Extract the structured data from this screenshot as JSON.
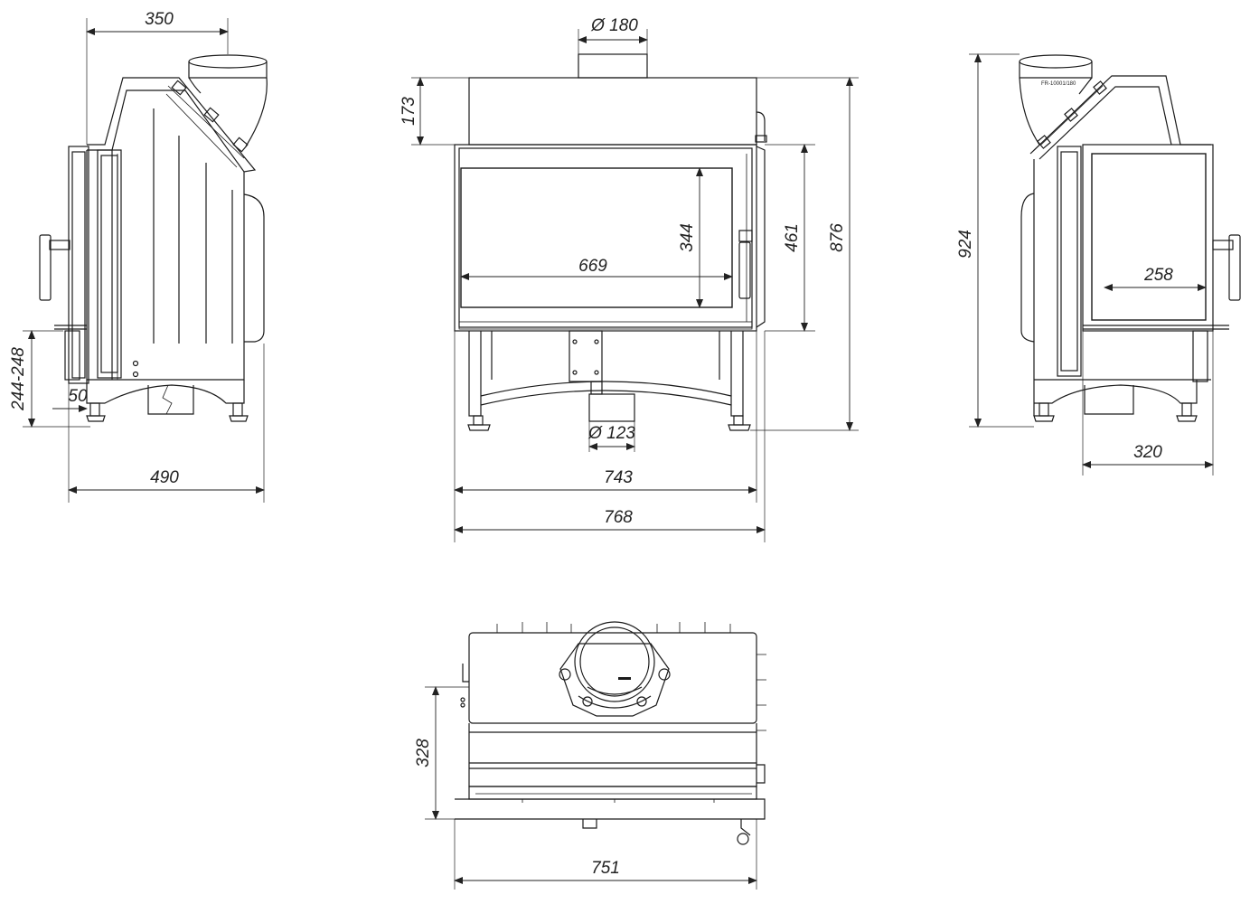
{
  "dimensions": {
    "side_left": {
      "top_depth": "350",
      "leg_height": "244-248",
      "leg_inset": "50",
      "total_depth": "490"
    },
    "front": {
      "flue_diameter": "Ø 180",
      "top_height": "173",
      "glass_height": "344",
      "glass_width": "669",
      "door_height": "461",
      "total_height": "876",
      "air_inlet_diameter": "Ø 123",
      "body_width": "743",
      "total_width": "768"
    },
    "side_right": {
      "total_height": "924",
      "side_glass_width": "258",
      "side_width": "320"
    },
    "top": {
      "depth": "328",
      "width": "751"
    }
  },
  "markings": {
    "flue_label": "FR-10001/180"
  }
}
